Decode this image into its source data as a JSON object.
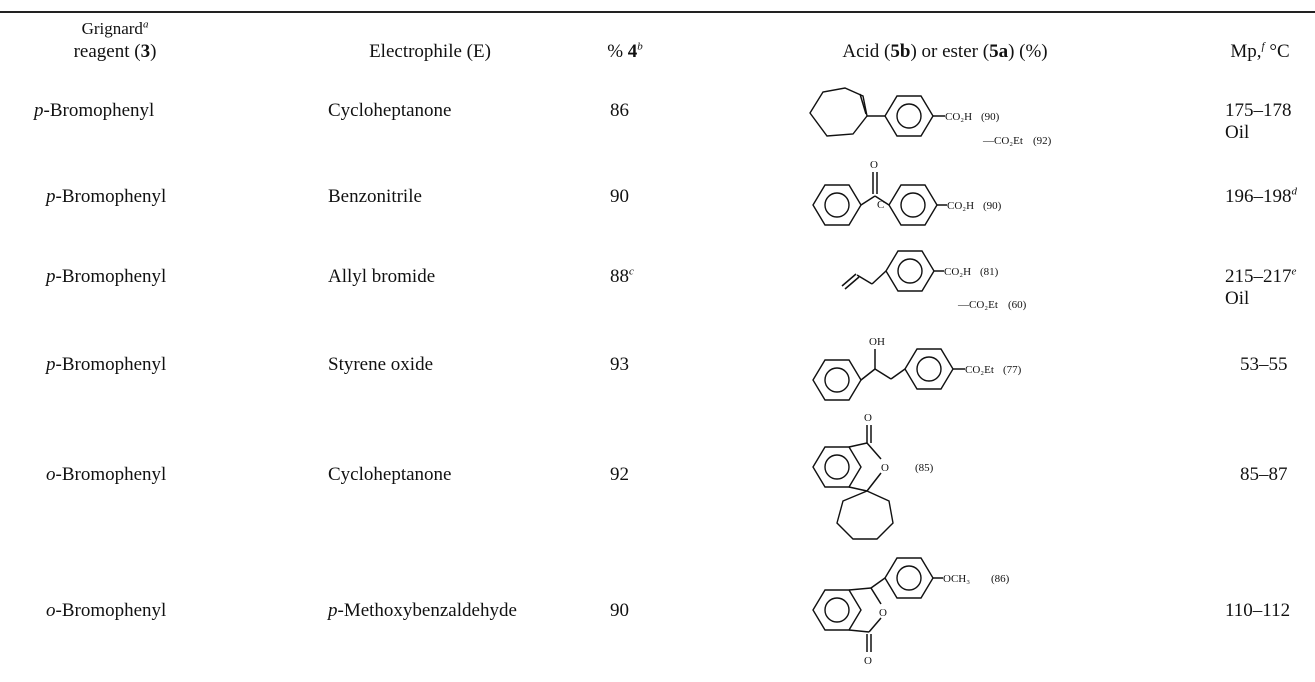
{
  "headers": {
    "grignard": "Grignard",
    "grignard_sup": "a",
    "reagent": "reagent (",
    "reagent_num": "3",
    "reagent_close": ")",
    "electrophile": "Electrophile (E)",
    "percent": "% ",
    "percent_num": "4",
    "percent_sup": "b",
    "acid_a": "Acid (",
    "acid_5b": "5b",
    "acid_b": ") or ester (",
    "acid_5a": "5a",
    "acid_c": ") (%)",
    "mp": "Mp,",
    "mp_sup": "f",
    "mp_unit": " °C"
  },
  "rows": [
    {
      "prefix": "p",
      "grignard": "-Bromophenyl",
      "electrophile": "Cycloheptanone",
      "e_prefix": "",
      "yield": "86",
      "yield_sup": "",
      "mp1": "175–178",
      "mp1_sup": "",
      "mp2": "Oil",
      "s_acid": "CO₂H",
      "s_acid_y": "(90)",
      "s_ester": "—CO₂Et",
      "s_ester_y": "(92)"
    },
    {
      "prefix": "p",
      "grignard": "-Bromophenyl",
      "electrophile": "Benzonitrile",
      "e_prefix": "",
      "yield": "90",
      "yield_sup": "",
      "mp1": "196–198",
      "mp1_sup": "d",
      "mp2": "",
      "s_o": "O",
      "s_c": "C",
      "s_acid": "CO₂H",
      "s_acid_y": "(90)"
    },
    {
      "prefix": "p",
      "grignard": "-Bromophenyl",
      "electrophile": "Allyl bromide",
      "e_prefix": "",
      "yield": "88",
      "yield_sup": "c",
      "mp1": "215–217",
      "mp1_sup": "e",
      "mp2": "Oil",
      "s_acid": "CO₂H",
      "s_acid_y": "(81)",
      "s_ester": "—CO₂Et",
      "s_ester_y": "(60)"
    },
    {
      "prefix": "p",
      "grignard": "-Bromophenyl",
      "electrophile": "Styrene oxide",
      "e_prefix": "",
      "yield": "93",
      "yield_sup": "",
      "mp1": "53–55",
      "mp1_sup": "",
      "mp2": "",
      "s_oh": "OH",
      "s_acid": "CO₂Et",
      "s_acid_y": "(77)"
    },
    {
      "prefix": "o",
      "grignard": "-Bromophenyl",
      "electrophile": "Cycloheptanone",
      "e_prefix": "",
      "yield": "92",
      "yield_sup": "",
      "mp1": "85–87",
      "mp1_sup": "",
      "mp2": "",
      "s_o_top": "O",
      "s_o_ring": "O",
      "s_acid_y": "(85)"
    },
    {
      "prefix": "o",
      "grignard": "-Bromophenyl",
      "electrophile": "-Methoxybenzaldehyde",
      "e_prefix": "p",
      "yield": "90",
      "yield_sup": "",
      "mp1": "110–112",
      "mp1_sup": "",
      "mp2": "",
      "s_o_ring": "O",
      "s_o_bot": "O",
      "s_acid": "OCH₃",
      "s_acid_y": "(86)"
    }
  ]
}
